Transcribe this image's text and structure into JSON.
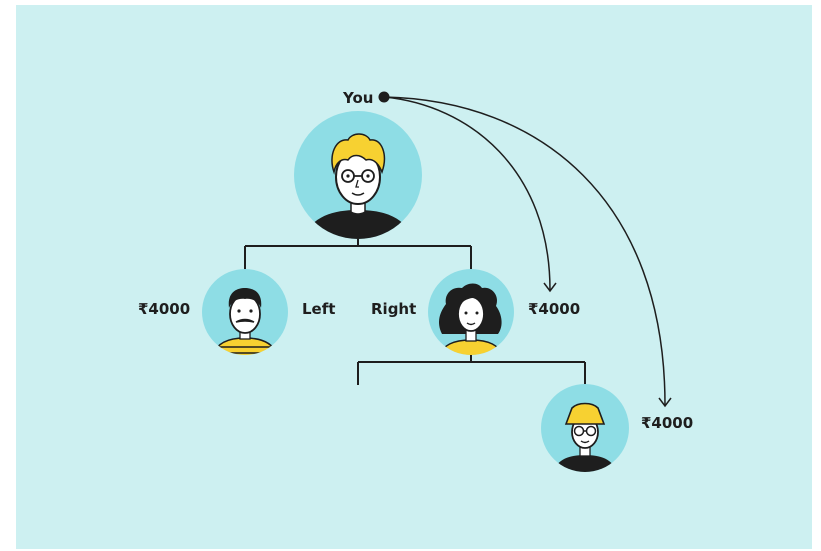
{
  "labels": {
    "you": "You",
    "left": "Left",
    "right": "Right"
  },
  "amounts": {
    "left_member": "₹4000",
    "right_member": "₹4000",
    "grandchild_member": "₹4000"
  },
  "colors": {
    "background": "#cdf0f1",
    "avatar_circle": "#8edde5",
    "line": "#1e1e1e",
    "hair_yellow": "#f7d131"
  },
  "icons": {
    "you": "person-curly-blond-glasses-icon",
    "left": "person-mustache-striped-shirt-icon",
    "right": "person-curly-dark-hair-icon",
    "grandchild": "person-bucket-hat-icon"
  }
}
